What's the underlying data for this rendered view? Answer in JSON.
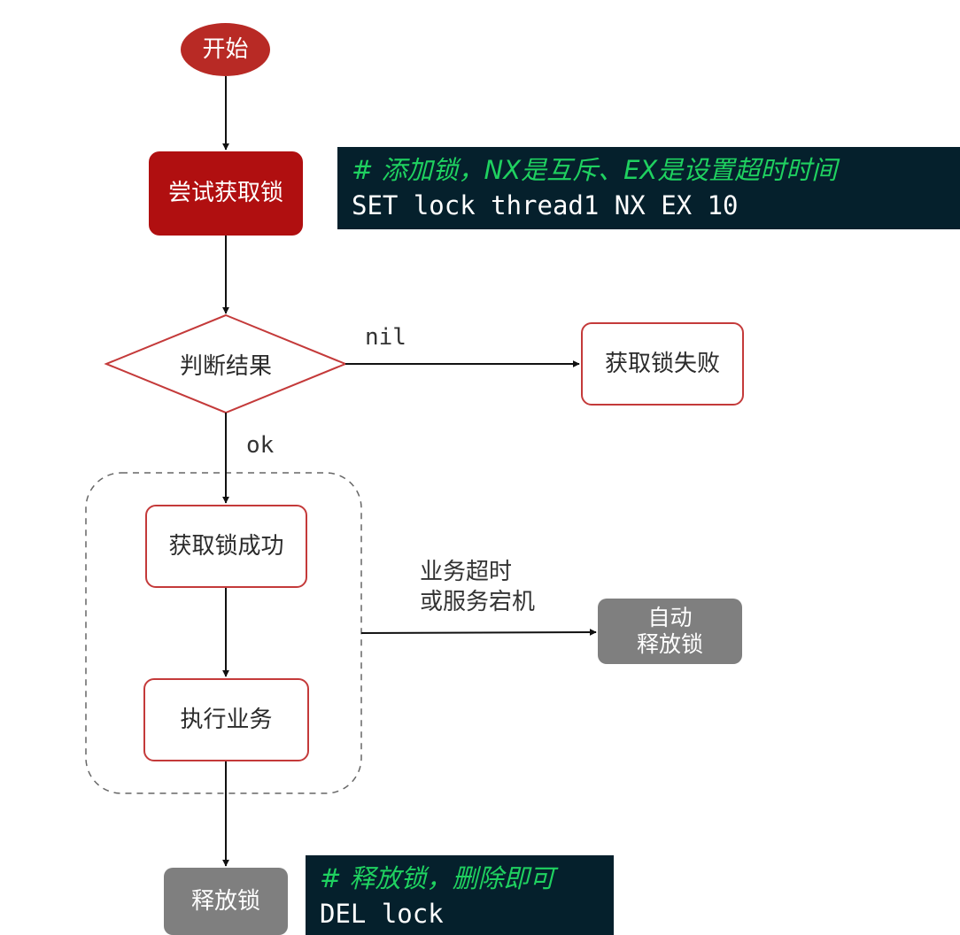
{
  "nodes": {
    "start": "开始",
    "try_lock": "尝试获取锁",
    "decision": "判断结果",
    "fail": "获取锁失败",
    "success": "获取锁成功",
    "execute": "执行业务",
    "auto_release": [
      "自动",
      "释放锁"
    ],
    "release": "释放锁"
  },
  "edges": {
    "nil": "nil",
    "ok": "ok",
    "timeout": [
      "业务超时",
      "或服务宕机"
    ]
  },
  "code_blocks": {
    "set_lock": {
      "comment": "#  添加锁，NX是互斥、EX是设置超时时间",
      "command": "SET lock thread1 NX EX 10"
    },
    "del_lock": {
      "comment": "#  释放锁，删除即可",
      "command": "DEL lock"
    }
  },
  "colors": {
    "start_fill": "#b82a25",
    "try_fill": "#b00f10",
    "node_border": "#c43a3a",
    "gray_fill": "#7f7f7f",
    "code_bg": "#05202c",
    "comment_green": "#1fd160"
  }
}
